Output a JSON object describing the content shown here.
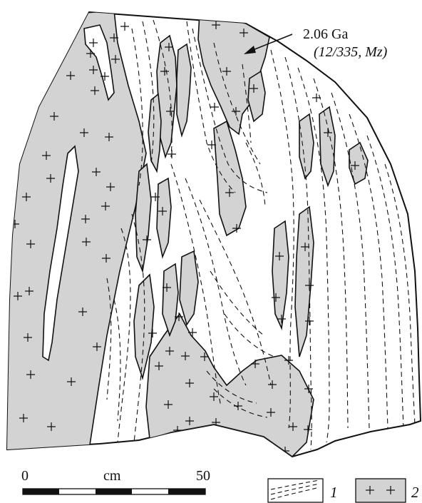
{
  "annotation": {
    "age": "2.06 Ga",
    "sample": "(12/335, Mz)"
  },
  "scale_bar": {
    "start_label": "0",
    "unit_label": "cm",
    "end_label": "50"
  },
  "legend": [
    {
      "number": "1"
    },
    {
      "number": "2"
    }
  ],
  "colors": {
    "granite_fill": "#d3d3d3",
    "outline": "#111111",
    "background": "#ffffff"
  }
}
